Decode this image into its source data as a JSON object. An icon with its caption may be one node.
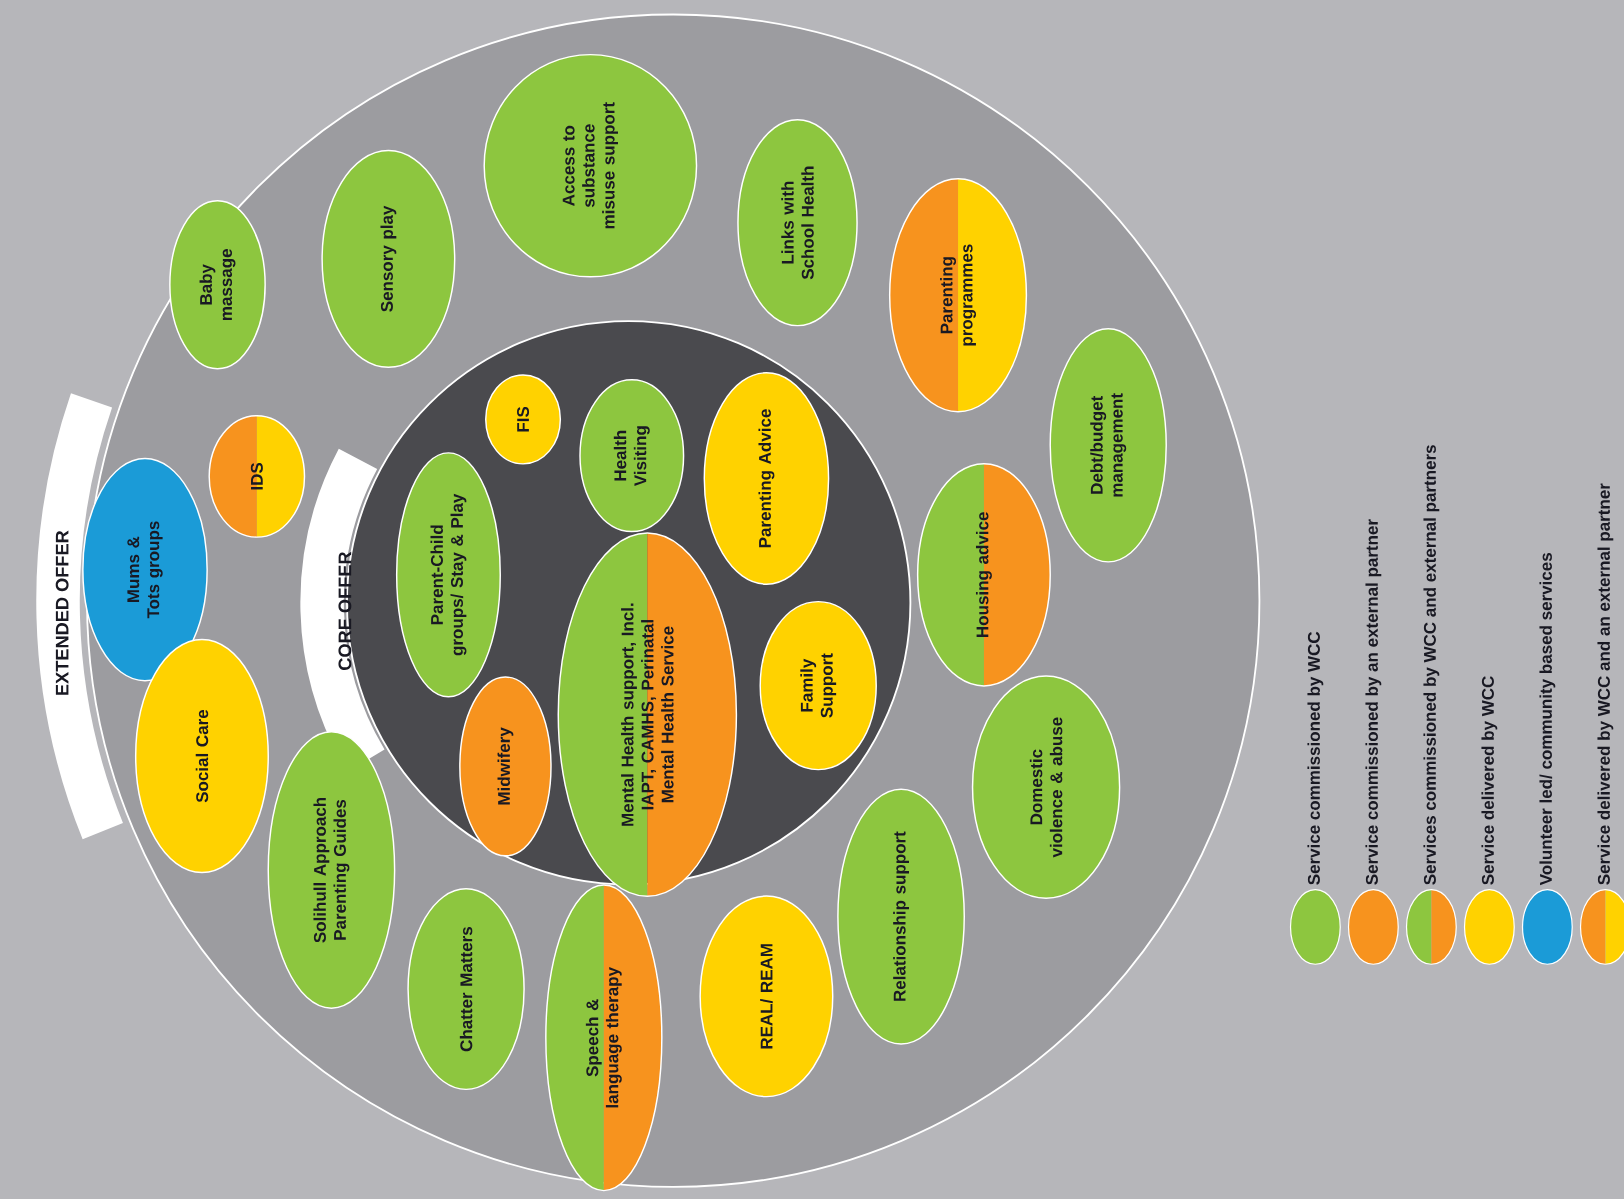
{
  "diagram": {
    "nodes": [
      {
        "text": [
          "EXTENDED OFFER"
        ]
      },
      {
        "text": [
          "CORE OFFER"
        ],
        "in": 0
      },
      {
        "text": [
          "Parent-Child groups/ Stay & Play"
        ],
        "in": 1
      },
      {
        "text": [
          "FIS"
        ],
        "in": 1
      },
      {
        "text": [
          "Health Visiting"
        ],
        "in": 1
      },
      {
        "text": [
          "Parenting Advice"
        ],
        "in": 1
      },
      {
        "text": [
          "Mental Health support, Incl. IAPT, CAMHS, Perinatal Mental Health Service"
        ],
        "in": 1
      },
      {
        "text": [
          "Midwifery"
        ],
        "in": 1
      },
      {
        "text": [
          "Family Support"
        ],
        "in": 1
      },
      {
        "text": [
          "Mums & Tots groups"
        ],
        "in": 0
      },
      {
        "text": [
          "IDS"
        ],
        "in": 0
      },
      {
        "text": [
          "Baby massage"
        ],
        "in": 0
      },
      {
        "text": [
          "Sensory play"
        ],
        "in": 0
      },
      {
        "text": [
          "Access to substance misuse support"
        ],
        "in": 0
      },
      {
        "text": [
          "Links with School Health"
        ],
        "in": 0
      },
      {
        "text": [
          "Parenting programmes"
        ],
        "in": 0
      },
      {
        "text": [
          "Debt/budget management"
        ],
        "in": 0
      },
      {
        "text": [
          "Housing advice"
        ],
        "in": 0
      },
      {
        "text": [
          "Domestic violence & abuse"
        ],
        "in": 0
      },
      {
        "text": [
          "Relationship support"
        ],
        "in": 0
      },
      {
        "text": [
          "REAL/ REAM"
        ],
        "in": 0
      },
      {
        "text": [
          "Speech & language therapy"
        ],
        "in": 0
      },
      {
        "text": [
          "Chatter Matters"
        ],
        "in": 0
      },
      {
        "text": [
          "Solihull Approach Parenting Guides"
        ],
        "in": 0
      },
      {
        "text": [
          "Social Care"
        ],
        "in": 0
      }
    ],
    "legend": [
      {
        "text": "Service commissioned by WCC",
        "color": "#8dc63f"
      },
      {
        "text": "Service commissioned by an external partner",
        "color": "#f7931e"
      },
      {
        "text": "Services commissioned by WCC and external partners"
      },
      {
        "text": "Service delivered by WCC",
        "color": "#ffd200"
      },
      {
        "text": "Volunteer led/ community based services",
        "color": "#1b9bd7"
      },
      {
        "text": "Service delivered by WCC and an external partner"
      }
    ]
  }
}
